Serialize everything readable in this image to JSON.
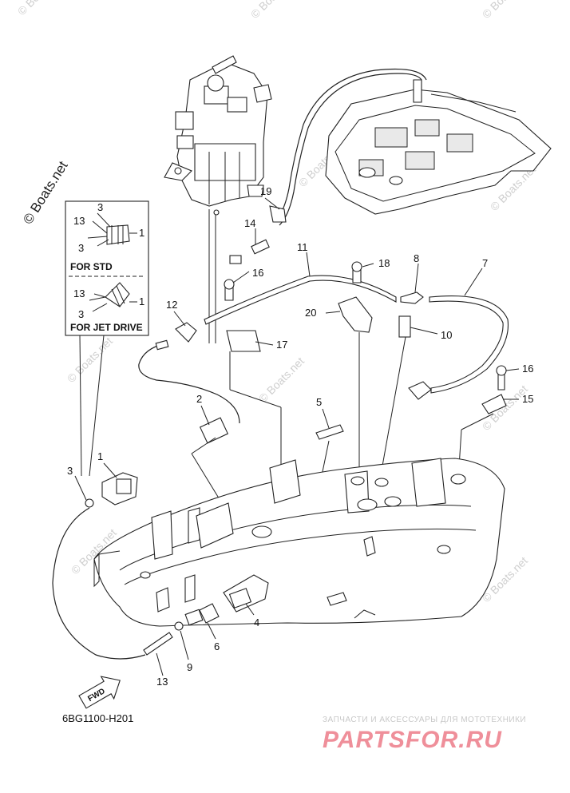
{
  "copyright": "© Boats.net",
  "watermark": "© Boats.net",
  "diagram_code": "6BG1100-H201",
  "fwd_label": "FWD",
  "inset": {
    "std_title": "FOR STD",
    "jet_title": "FOR JET DRIVE",
    "std_labels": [
      "3",
      "13",
      "3",
      "1"
    ],
    "jet_labels": [
      "13",
      "3",
      "1"
    ]
  },
  "callouts": [
    "19",
    "14",
    "11",
    "8",
    "7",
    "16",
    "18",
    "12",
    "20",
    "17",
    "10",
    "16",
    "15",
    "2",
    "5",
    "3",
    "1",
    "4",
    "6",
    "9",
    "13"
  ],
  "brand": {
    "tagline": "ЗАПЧАСТИ И АКСЕССУАРЫ ДЛЯ МОТОТЕХНИКИ",
    "logo_text": "PARTSFOR.RU"
  },
  "colors": {
    "line": "#222222",
    "watermark": "#cfcfcf",
    "brand": "#ef8f9a"
  }
}
